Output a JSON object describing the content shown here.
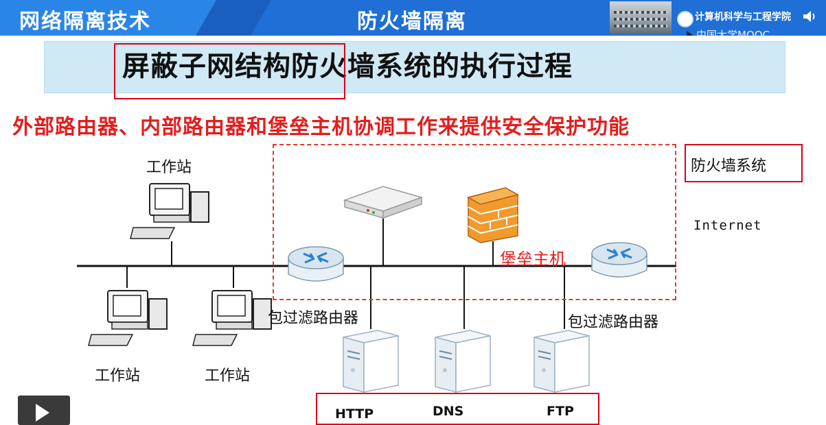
{
  "header": {
    "course_title": "网络隔离技术",
    "section_title": "防火墙隔离",
    "school_name": "计算机科学与工程学院",
    "platform": "中国大学MOOC"
  },
  "slide": {
    "title": "屏蔽子网结构防火墙系统的执行过程",
    "subtitle": "外部路由器、内部路由器和堡垒主机协调工作来提供安全保护功能",
    "firewall_system_label": "防火墙系统",
    "internet_label": "Internet",
    "bastion_host_label": "堡垒主机",
    "router_label_left": "包过滤路由器",
    "router_label_right": "包过滤路由器",
    "workstation_labels": [
      "工作站",
      "工作站",
      "工作站"
    ],
    "servers": [
      "HTTP",
      "DNS",
      "FTP"
    ]
  },
  "icons": {
    "workstation": "desktop-computer-icon",
    "router": "router-icon",
    "bastion": "firewall-brick-icon",
    "switch": "network-device-icon",
    "server": "server-tower-icon",
    "play": "play-icon",
    "speaker": "speaker-icon"
  },
  "colors": {
    "header_bg": "#1f6fd6",
    "title_banner_bg": "#cfe9f5",
    "accent_red": "#e51c1c",
    "highlight_border": "#d6001a"
  }
}
